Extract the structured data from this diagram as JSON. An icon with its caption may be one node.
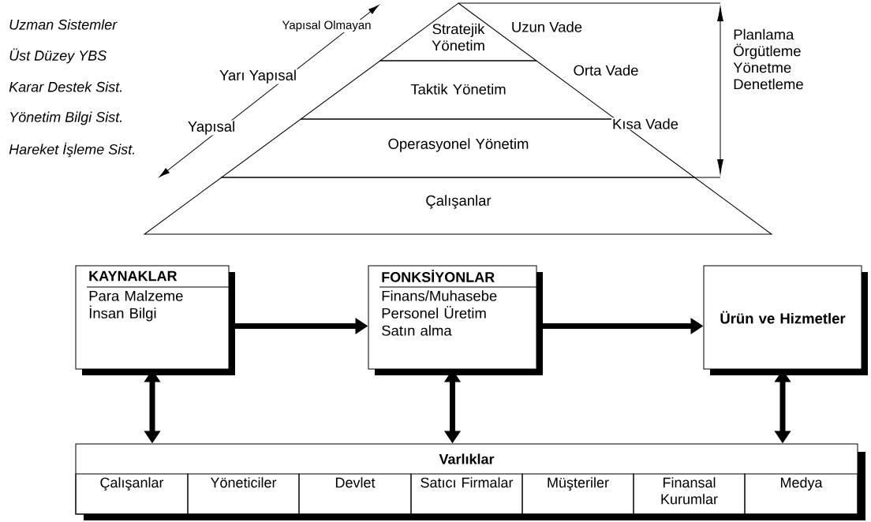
{
  "diagram": {
    "nodes": [
      {
        "text": [
          "Stratejik Yönetim"
        ]
      },
      {
        "text": [
          "Taktik Yönetim"
        ]
      },
      {
        "text": [
          "Operasyonel Yönetim"
        ]
      },
      {
        "text": [
          "Çalışanlar"
        ]
      },
      {
        "text": [
          "KAYNAKLAR",
          "Para Malzeme İnsan Bilgi"
        ]
      },
      {
        "text": [
          "FONKSİYONLAR",
          "Finans/Muhasebe Personel Üretim Satın alma"
        ]
      },
      {
        "text": [
          "Ürün ve Hizmetler"
        ]
      },
      {
        "text": [
          "Varlıklar"
        ]
      },
      {
        "text": [
          "Çalışanlar"
        ],
        "in": 7
      },
      {
        "text": [
          "Yöneticiler"
        ],
        "in": 7
      },
      {
        "text": [
          "Devlet"
        ],
        "in": 7
      },
      {
        "text": [
          "Satıcı Firmalar"
        ],
        "in": 7
      },
      {
        "text": [
          "Müşteriler"
        ],
        "in": 7
      },
      {
        "text": [
          "Finansal Kurumlar"
        ],
        "in": 7
      },
      {
        "text": [
          "Medya"
        ],
        "in": 7
      }
    ],
    "edges": [
      {
        "from": 4,
        "to": 5,
        "arrow": "to"
      },
      {
        "from": 5,
        "to": 6,
        "arrow": "to"
      },
      {
        "from": 4,
        "to": 7,
        "arrow": "both"
      },
      {
        "from": 5,
        "to": 7,
        "arrow": "both"
      },
      {
        "from": 6,
        "to": 7,
        "arrow": "both"
      }
    ],
    "labels": [
      "Uzman Sistemler",
      "Yapısal Olmayan",
      "Uzun Vade",
      "Planlama Örgütleme Yönetme Denetleme",
      "Üst Düzey YBS",
      "Yarı Yapısal",
      "Orta Vade",
      "Karar Destek Sist.",
      "Yönetim Bilgi Sist.",
      "Yapısal",
      "Kısa Vade",
      "Hareket İşleme Sist."
    ]
  }
}
